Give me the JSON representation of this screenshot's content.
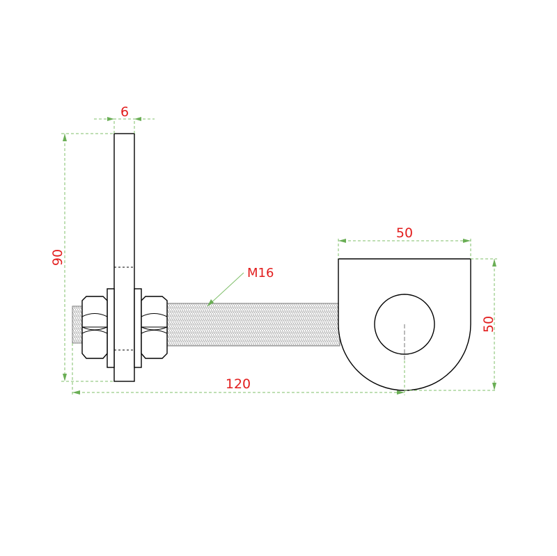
{
  "dimensions": {
    "plate_thickness": "6",
    "plate_height": "90",
    "eye_width": "50",
    "eye_height": "50",
    "overall_length": "120"
  },
  "callouts": {
    "thread_size": "M16"
  }
}
